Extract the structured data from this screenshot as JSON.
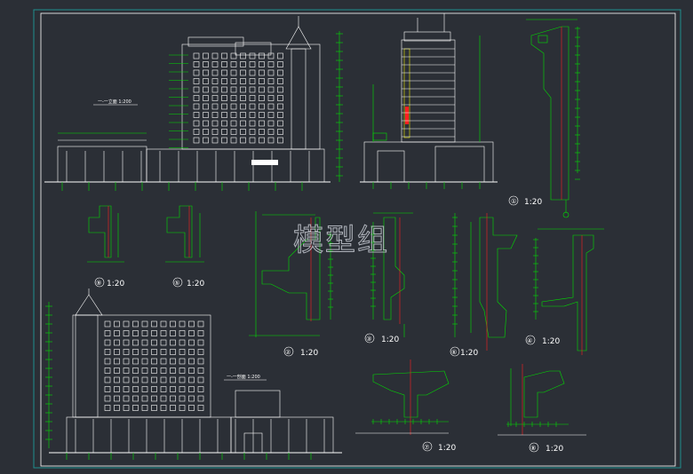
{
  "watermark": "模型组",
  "colors": {
    "background": "#2b2f36",
    "frame": "#1f8f8f",
    "line_white": "#ffffff",
    "line_green": "#00e000",
    "line_red": "#ff2020",
    "line_yellow": "#e8e800",
    "watermark": "#c8ccd4"
  },
  "sheet_titles": {
    "upper_section": "一-一立面 1:200",
    "lower_section": "一-一剖面 1:200"
  },
  "details": [
    {
      "num": "①",
      "scale": "1:20"
    },
    {
      "num": "②",
      "scale": "1:20"
    },
    {
      "num": "③",
      "scale": "1:20"
    },
    {
      "num": "④",
      "scale": "1:20"
    },
    {
      "num": "⑤",
      "scale": "1:20"
    },
    {
      "num": "⑥",
      "scale": "1:20"
    },
    {
      "num": "⑦",
      "scale": "1:20"
    },
    {
      "num": "⑧",
      "scale": "1:20"
    },
    {
      "num": "⑨",
      "scale": "1:20"
    }
  ]
}
